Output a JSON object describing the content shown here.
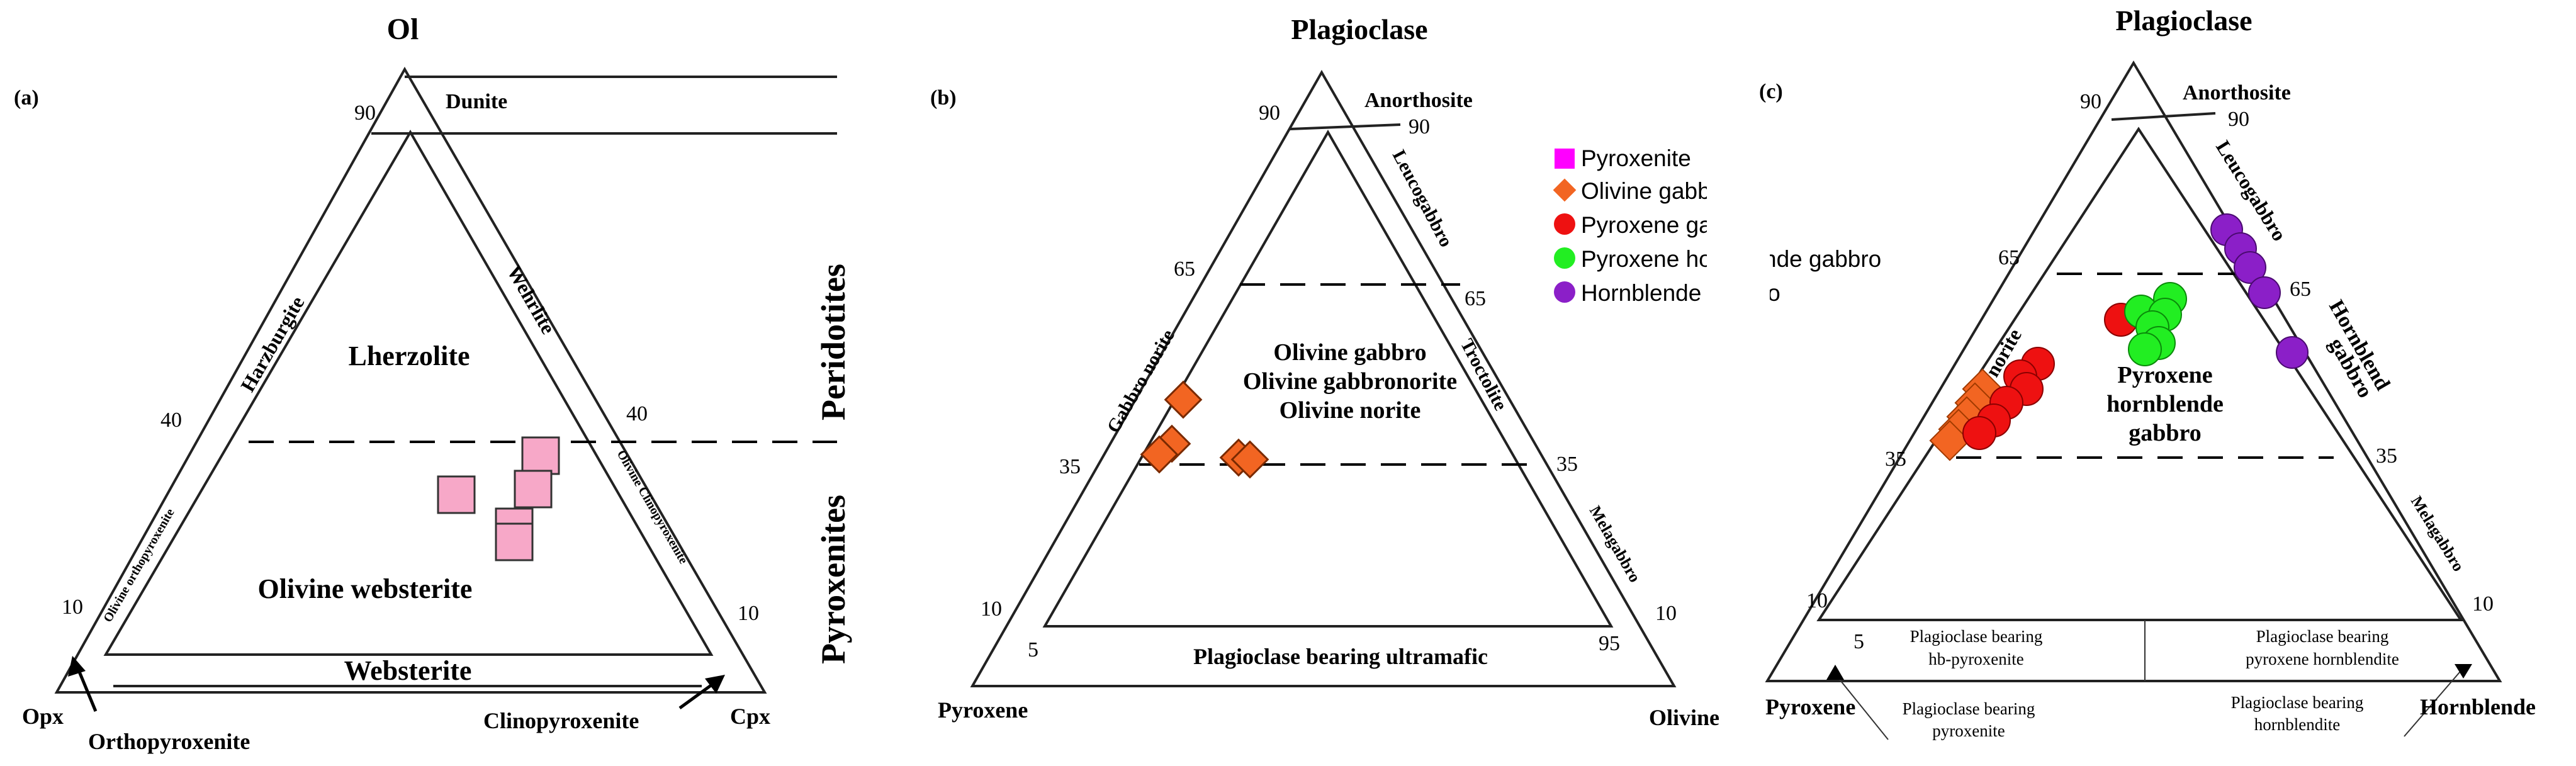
{
  "panel_a": {
    "panel_label": "(a)",
    "apex_top": "Ol",
    "apex_left": "Opx",
    "apex_right": "Cpx",
    "tick_90": "90",
    "tick_40_left": "40",
    "tick_40_right": "40",
    "tick_10_left": "10",
    "tick_10_right": "10",
    "dunite": "Dunite",
    "lherzolite": "Lherzolite",
    "harzburgite": "Harzburgite",
    "wehrlite": "Wehrlite",
    "olivine_orthopyroxenite": "Olivine orthopyroxenite",
    "olivine_clinopyroxenite": "Olivine Clinopyroxenite",
    "olivine_websterite": "Olivine websterite",
    "websterite": "Websterite",
    "orthopyroxenite": "Orthopyroxenite",
    "clinopyroxenite": "Clinopyroxenite",
    "peridotites": "Peridotites",
    "pyroxenites": "Pyroxenites"
  },
  "panel_b": {
    "panel_label": "(b)",
    "apex_top": "Plagioclase",
    "apex_left": "Pyroxene",
    "apex_right": "Olivine",
    "anorthosite": "Anorthosite",
    "tick_90_left": "90",
    "tick_90_right": "90",
    "tick_65_left": "65",
    "tick_65_right": "65",
    "tick_35_left": "35",
    "tick_35_right": "35",
    "tick_10_left": "10",
    "tick_10_right": "10",
    "tick_5": "5",
    "tick_95": "95",
    "leucogabbro": "Leucogabbro",
    "gabbro_norite": "Gabbro norite",
    "troctolite": "Troctolite",
    "melagabbro": "Melagabbro",
    "field_line1": "Olivine gabbro",
    "field_line2": "Olivine gabbronorite",
    "field_line3": "Olivine norite",
    "ultramafic": "Plagioclase bearing ultramafic"
  },
  "legend": {
    "items": [
      {
        "label": "Pyroxenite",
        "color": "#ff00ff",
        "marker": "square"
      },
      {
        "label": "Olivine gabbro",
        "color": "#f26522",
        "marker": "diamond"
      },
      {
        "label": "Pyroxene gabbro",
        "color": "#ee1111",
        "marker": "circle"
      },
      {
        "label": "Pyroxene hornblende gabbro",
        "color": "#22ee22",
        "marker": "circle"
      },
      {
        "label": "Hornblende gabbro",
        "color": "#8b1fc8",
        "marker": "circle"
      }
    ]
  },
  "panel_c": {
    "panel_label": "(c)",
    "apex_top": "Plagioclase",
    "apex_left": "Pyroxene",
    "apex_right": "Hornblende",
    "anorthosite": "Anorthosite",
    "tick_90_left": "90",
    "tick_90_right": "90",
    "tick_65_left": "65",
    "tick_65_right": "65",
    "tick_35_left": "35",
    "tick_35_right": "35",
    "tick_10_left": "10",
    "tick_10_right": "10",
    "tick_5": "5",
    "leucogabbro": "Leucogabbro",
    "gabbro_norite": "Gabbro norite",
    "hornblend_gabbro_1": "Hornblend",
    "hornblend_gabbro_2": "gabbro",
    "melagabbro": "Melagabbro",
    "field_line1": "Pyroxene",
    "field_line2": "hornblende",
    "field_line3": "gabbro",
    "box_left_1": "Plagioclase bearing",
    "box_left_2": "hb-pyroxenite",
    "box_right_1": "Plagioclase bearing",
    "box_right_2": "pyroxene hornblendite",
    "below_left_1": "Plagioclase bearing",
    "below_left_2": "pyroxenite",
    "below_right_1": "Plagioclase bearing",
    "below_right_2": "hornblendite"
  },
  "colors": {
    "pyroxenite": "#f7a8c8",
    "olivine_gabbro": "#f26522",
    "pyroxene_gabbro": "#ee1111",
    "pyroxene_hornblende_gabbro": "#22ee22",
    "hornblende_gabbro": "#8b1fc8"
  }
}
